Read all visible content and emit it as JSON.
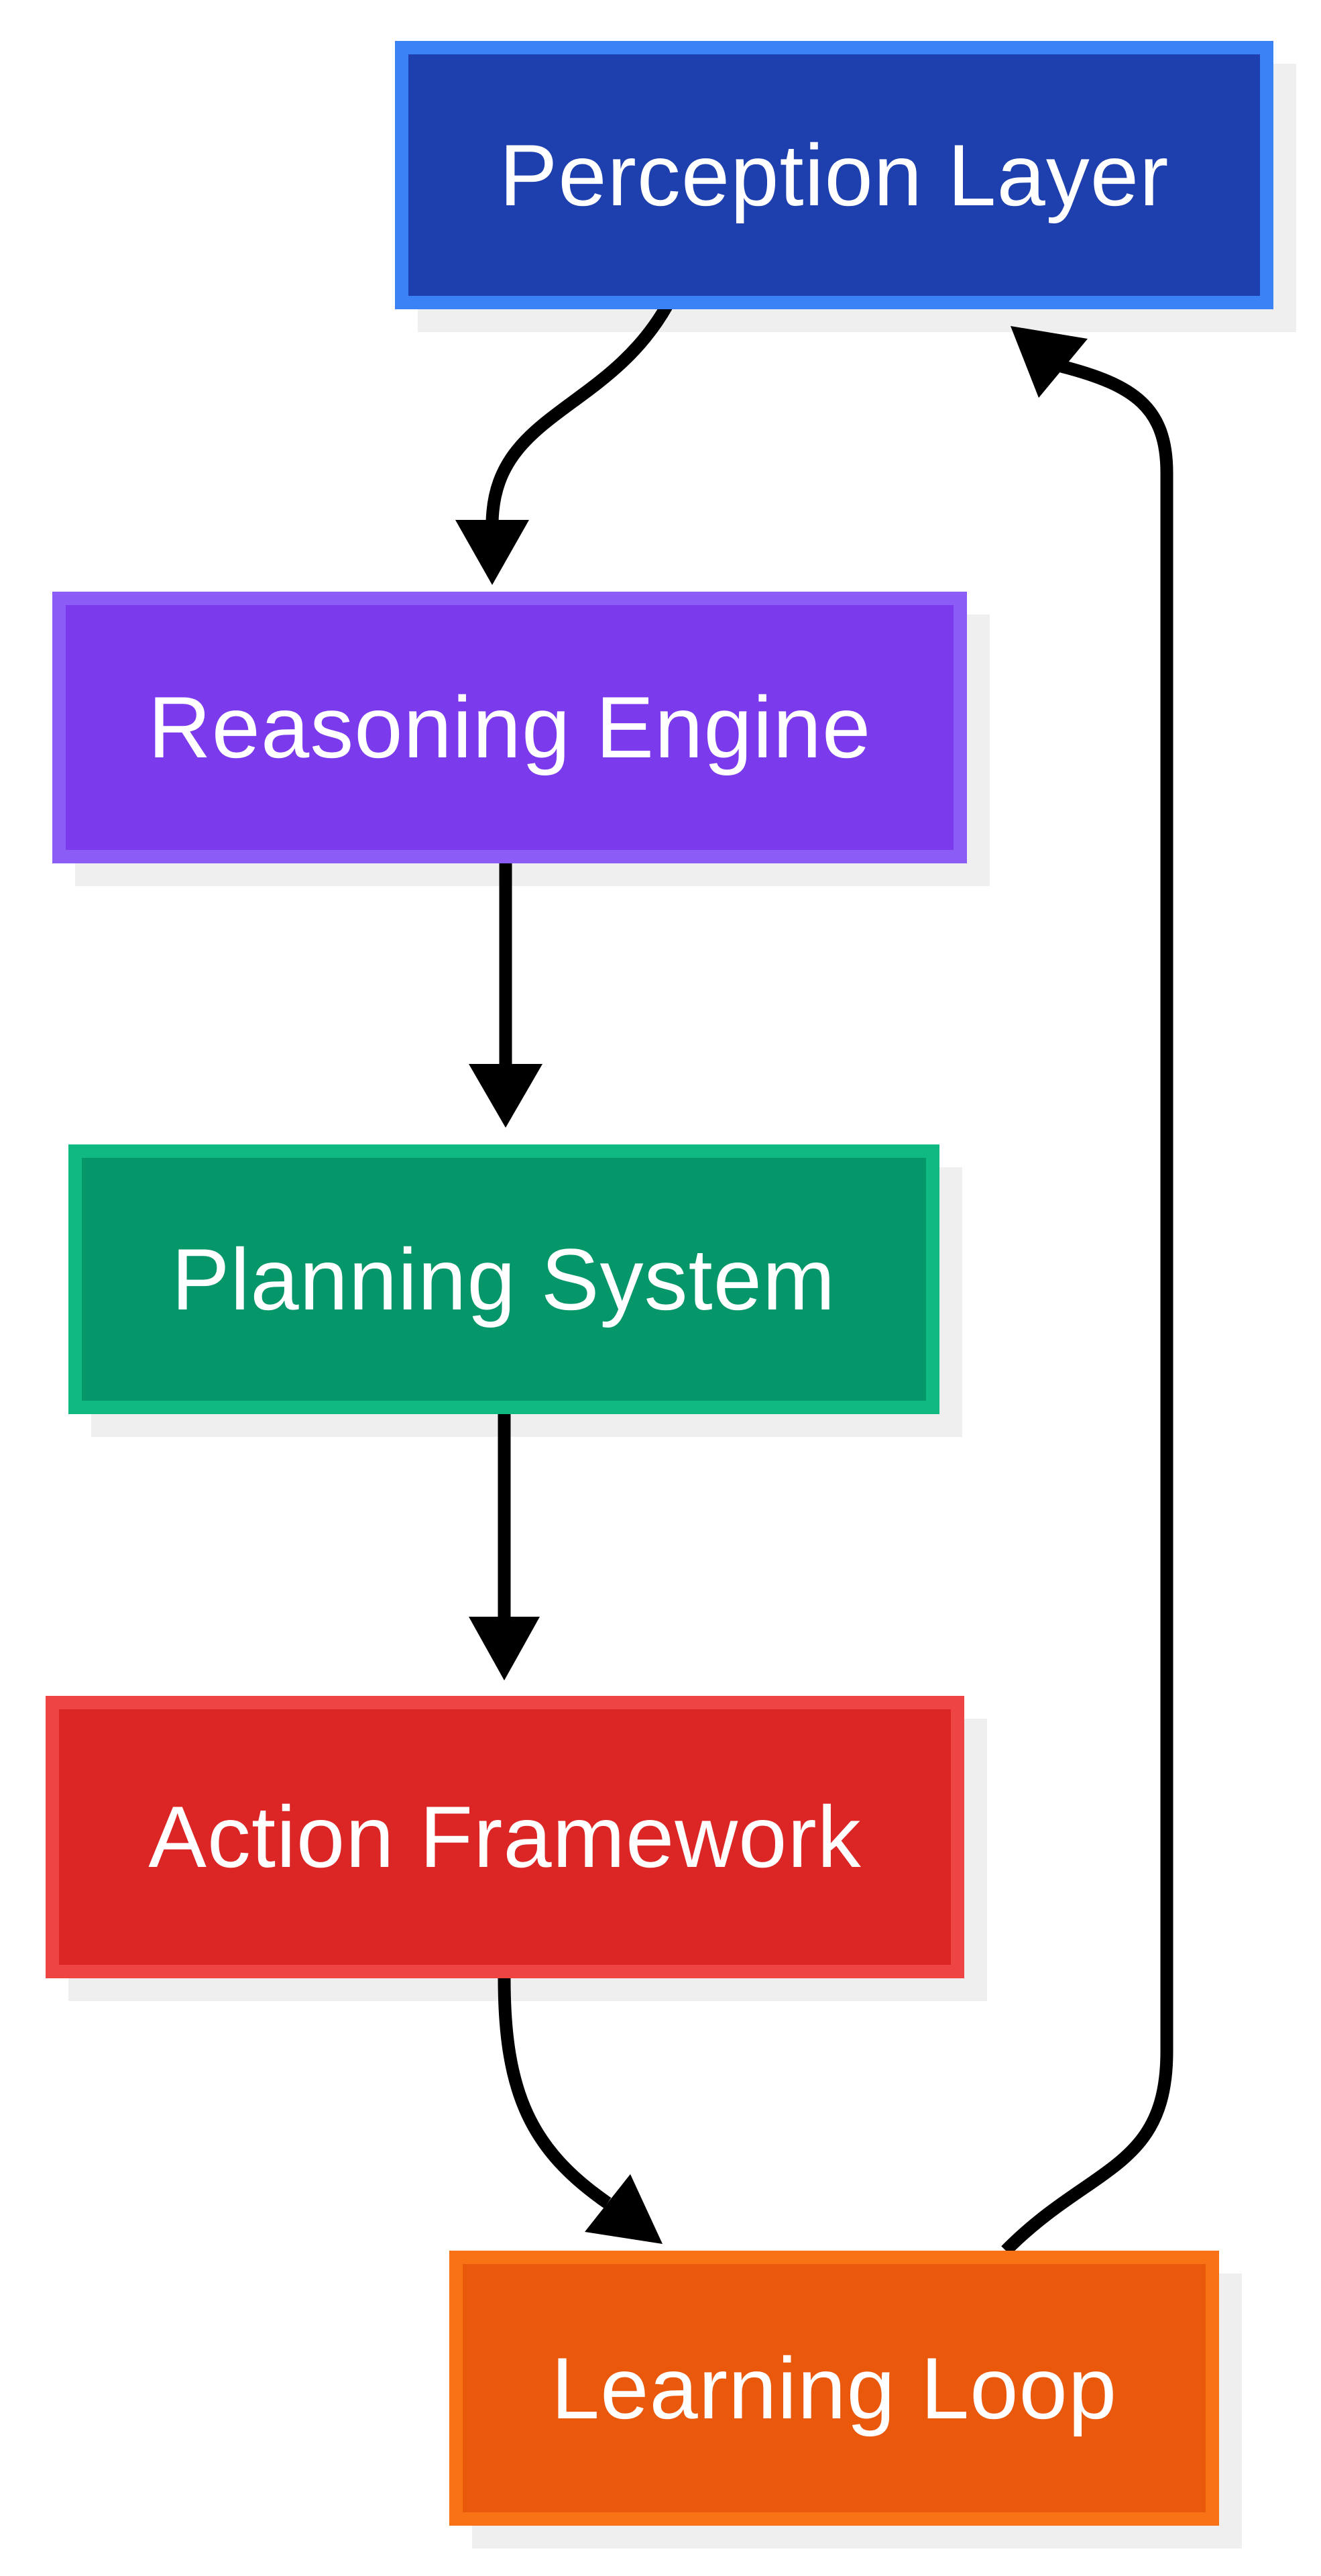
{
  "diagram": {
    "type": "flowchart",
    "background": "#ffffff",
    "arrow_color": "#000000",
    "shadow_color": "#efefef",
    "text_color": "#ffffff",
    "nodes": [
      {
        "id": "perception",
        "label": "Perception Layer",
        "fill": "#1e40af",
        "border": "#3b82f6"
      },
      {
        "id": "reasoning",
        "label": "Reasoning Engine",
        "fill": "#7c3aed",
        "border": "#8b5cf6"
      },
      {
        "id": "planning",
        "label": "Planning System",
        "fill": "#059669",
        "border": "#10b981"
      },
      {
        "id": "action",
        "label": "Action Framework",
        "fill": "#dc2626",
        "border": "#ef4444"
      },
      {
        "id": "learning",
        "label": "Learning Loop",
        "fill": "#ea580c",
        "border": "#f97316"
      }
    ],
    "edges": [
      {
        "from": "perception",
        "to": "reasoning"
      },
      {
        "from": "reasoning",
        "to": "planning"
      },
      {
        "from": "planning",
        "to": "action"
      },
      {
        "from": "action",
        "to": "learning"
      },
      {
        "from": "learning",
        "to": "perception"
      }
    ]
  }
}
